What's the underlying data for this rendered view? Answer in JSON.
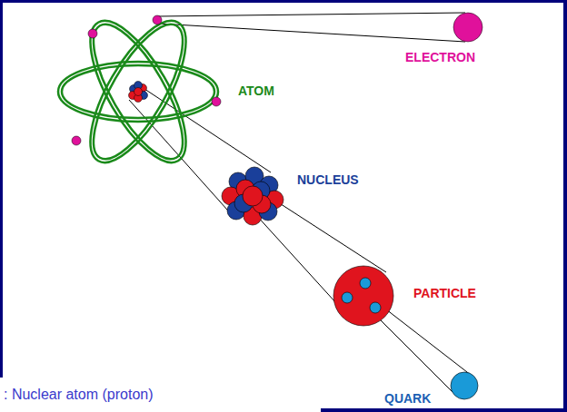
{
  "diagram": {
    "caption": ": Nuclear atom (proton)",
    "labels": [
      "ELECTRON",
      "ATOM",
      "NUCLEUS",
      "PARTICLE",
      "QUARK"
    ]
  }
}
